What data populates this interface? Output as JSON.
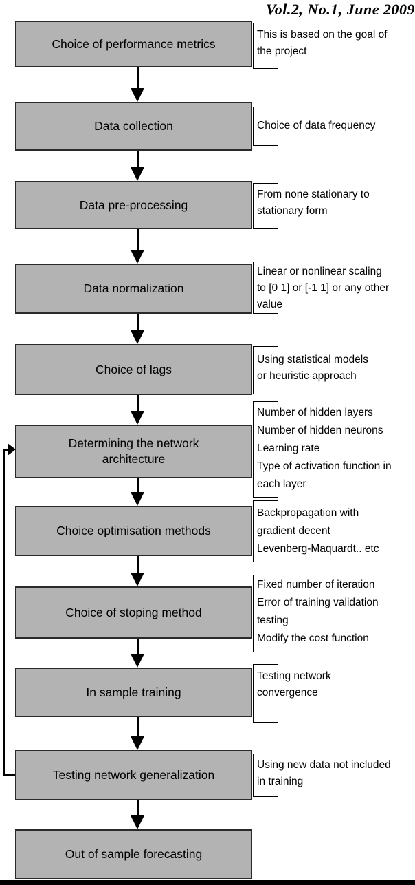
{
  "page": {
    "journal_header": "Vol.2, No.1, June 2009"
  },
  "colors": {
    "box_fill": "#b3b3b3",
    "box_border": "#2a2a2a",
    "line": "#000000",
    "background": "#ffffff"
  },
  "flowchart": {
    "boxes": [
      {
        "label": "Choice of performance metrics",
        "annotation": [
          "This is based on the goal of",
          "the project"
        ]
      },
      {
        "label": "Data collection",
        "annotation": [
          "Choice of data frequency"
        ]
      },
      {
        "label": "Data pre-processing",
        "annotation": [
          "From none stationary to",
          "stationary form"
        ]
      },
      {
        "label": "Data normalization",
        "annotation": [
          "Linear or nonlinear scaling",
          "to [0 1] or [-1 1] or any other",
          "value"
        ]
      },
      {
        "label": "Choice of lags",
        "annotation": [
          "Using statistical models",
          "or heuristic approach"
        ]
      },
      {
        "label": [
          "Determining the  network",
          "architecture"
        ],
        "annotation": [
          "Number of hidden layers",
          "Number of hidden neurons",
          "Learning rate",
          " Type of activation function in",
          "each layer"
        ]
      },
      {
        "label": "Choice optimisation methods",
        "annotation": [
          "Backpropagation with",
          "gradient decent",
          "Levenberg-Maquardt..   etc"
        ]
      },
      {
        "label": "Choice of stoping method",
        "annotation": [
          "Fixed number of iteration",
          "Error of training  validation",
          "testing",
          "Modify the cost function"
        ]
      },
      {
        "label": "In sample training",
        "annotation": [
          "Testing network",
          "convergence"
        ]
      },
      {
        "label": "Testing network generalization",
        "annotation": [
          "Using new data not included",
          "in training"
        ]
      },
      {
        "label": "Out of sample forecasting",
        "annotation": []
      }
    ],
    "feedback_loop": {
      "from": "Testing network generalization",
      "to": "Determining the  network architecture"
    }
  }
}
